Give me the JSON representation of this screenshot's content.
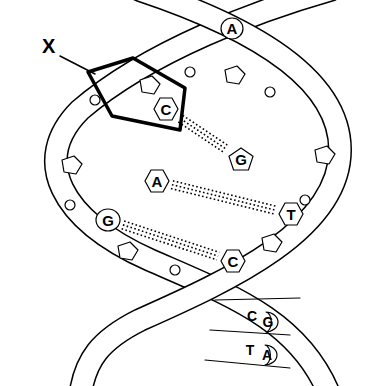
{
  "diagram": {
    "nodes": [
      {
        "text": [
          "A"
        ]
      },
      {
        "text": [
          "C"
        ]
      },
      {
        "text": [
          "G"
        ]
      },
      {
        "text": [
          "A"
        ]
      },
      {
        "text": [
          "T"
        ]
      },
      {
        "text": [
          "G"
        ]
      },
      {
        "text": [
          "C"
        ]
      },
      {
        "text": [
          "C"
        ]
      },
      {
        "text": [
          "G"
        ]
      },
      {
        "text": [
          "T"
        ]
      },
      {
        "text": [
          "A"
        ]
      }
    ],
    "edges": [
      {
        "from": 1,
        "to": 2,
        "arrow": "none"
      },
      {
        "from": 3,
        "to": 4,
        "arrow": "none"
      },
      {
        "from": 5,
        "to": 6,
        "arrow": "none"
      }
    ],
    "labels": [
      "X"
    ]
  }
}
